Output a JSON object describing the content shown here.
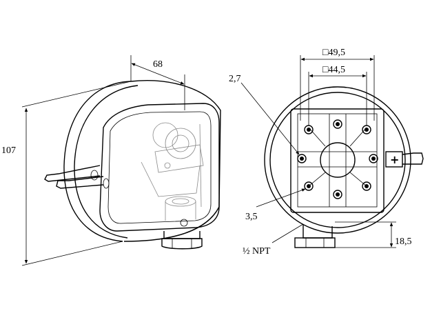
{
  "dimensions": {
    "depth": "68",
    "height": "107",
    "outer_square": "□49,5",
    "inner_square": "□44,5",
    "small_hole": "2,7",
    "large_hole": "3,5",
    "port_height": "18,5",
    "thread": "½ NPT"
  },
  "symbols": {
    "plus": "+"
  }
}
